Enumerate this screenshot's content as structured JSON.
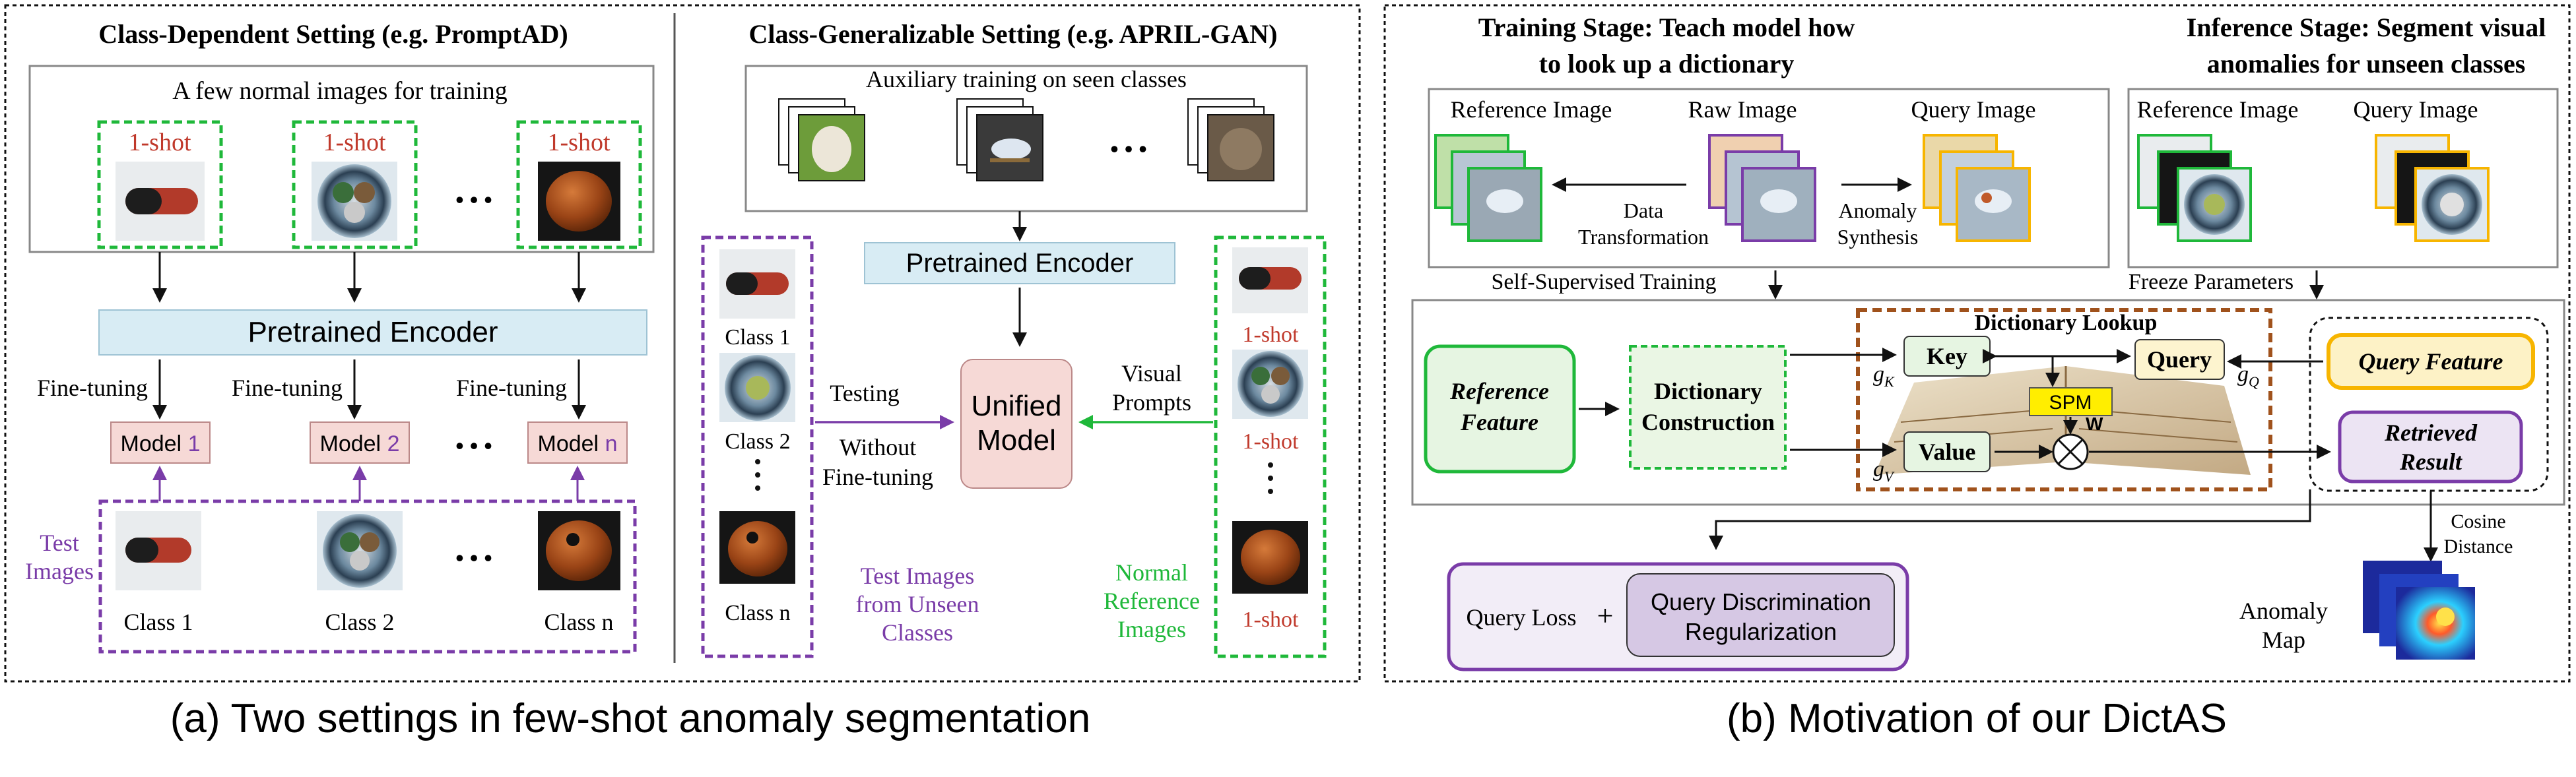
{
  "panel_a": {
    "caption": "(a) Two settings in few-shot anomaly segmentation",
    "class_dependent": {
      "title": "Class-Dependent Setting  (e.g. PromptAD)",
      "train_label": "A few normal images for training",
      "shot_label": "1-shot",
      "ellipsis": "• • •",
      "encoder": "Pretrained Encoder",
      "finetune": "Fine-tuning",
      "model_prefix": "Model",
      "model_ids": [
        "1",
        "2",
        "n"
      ],
      "test_label": "Test Images",
      "classes": [
        "Class 1",
        "Class 2",
        "Class n"
      ]
    },
    "class_generalizable": {
      "title": "Class-Generalizable Setting (e.g. APRIL-GAN)",
      "aux_label": "Auxiliary training on seen classes",
      "ellipsis": "• • •",
      "encoder": "Pretrained Encoder",
      "classes": [
        "Class 1",
        "Class 2",
        "Class n"
      ],
      "testing": "Testing",
      "without_ft": [
        "Without",
        "Fine-tuning"
      ],
      "unified": [
        "Unified",
        "Model"
      ],
      "visual_prompts": [
        "Visual",
        "Prompts"
      ],
      "shot_label": "1-shot",
      "test_unseen": [
        "Test Images",
        "from Unseen",
        "Classes"
      ],
      "normal_ref": [
        "Normal",
        "Reference",
        "Images"
      ]
    }
  },
  "panel_b": {
    "caption": "(b) Motivation of our DictAS",
    "training_stage": [
      "Training Stage: Teach model how",
      "to look up a dictionary"
    ],
    "inference_stage": [
      "Inference Stage: Segment visual",
      "anomalies for unseen classes"
    ],
    "reference_image": "Reference Image",
    "raw_image": "Raw Image",
    "query_image": "Query Image",
    "data_transformation": [
      "Data",
      "Transformation"
    ],
    "anomaly_synthesis": [
      "Anomaly",
      "Synthesis"
    ],
    "self_supervised": "Self-Supervised Training",
    "freeze_parameters": "Freeze Parameters",
    "dictionary_lookup": "Dictionary Lookup",
    "reference_feature": [
      "Reference",
      "Feature"
    ],
    "dictionary_construction": [
      "Dictionary",
      "Construction"
    ],
    "key": "Key",
    "value": "Value",
    "query": "Query",
    "spm": "SPM",
    "w": "W",
    "g_k": "g",
    "g_k_sub": "K",
    "g_v": "g",
    "g_v_sub": "V",
    "g_q": "g",
    "g_q_sub": "Q",
    "query_feature": "Query Feature",
    "retrieved_result": [
      "Retrieved",
      "Result"
    ],
    "cosine_distance": [
      "Cosine",
      "Distance"
    ],
    "anomaly_map": [
      "Anomaly",
      "Map"
    ],
    "query_loss": "Query Loss",
    "plus": "+",
    "qdr": [
      "Query Discrimination",
      "Regularization"
    ]
  },
  "colors": {
    "green": "#1fb83a",
    "purple": "#7a3ca8",
    "red": "#c0392b",
    "encoder_fill": "#d8ecf4",
    "model_fill": "#f6d9d6",
    "orange": "#f7b500",
    "brown": "#a0521c",
    "lavender": "#ece4f3"
  }
}
